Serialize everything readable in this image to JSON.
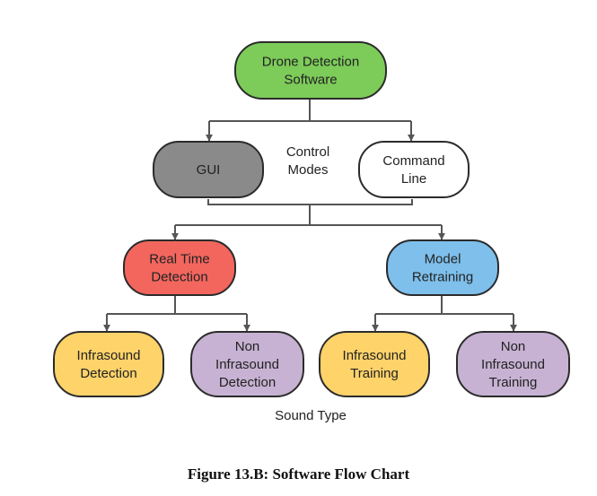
{
  "colors": {
    "connector": "#555555",
    "node_stroke": "#2b2b2b",
    "root_fill": "#7dcc5a",
    "gui_fill": "#8a8a8a",
    "command_line_fill": "#ffffff",
    "real_time_fill": "#f2665e",
    "retraining_fill": "#7ebfeb",
    "infrasound_fill": "#fdd36a",
    "non_infrasound_fill": "#c7b2d3"
  },
  "nodes": {
    "root": [
      "Drone Detection",
      "Software"
    ],
    "gui": [
      "GUI"
    ],
    "command_line": [
      "Command",
      "Line"
    ],
    "real_time": [
      "Real Time",
      "Detection"
    ],
    "model_retraining": [
      "Model",
      "Retraining"
    ],
    "infrasound_detection": [
      "Infrasound",
      "Detection"
    ],
    "non_infrasound_detection": [
      "Non",
      "Infrasound",
      "Detection"
    ],
    "infrasound_training": [
      "Infrasound",
      "Training"
    ],
    "non_infrasound_training": [
      "Non",
      "Infrasound",
      "Training"
    ]
  },
  "annotations": {
    "control_modes": [
      "Control",
      "Modes"
    ],
    "sound_type": [
      "Sound Type"
    ]
  },
  "caption": "Figure 13.B: Software Flow Chart"
}
